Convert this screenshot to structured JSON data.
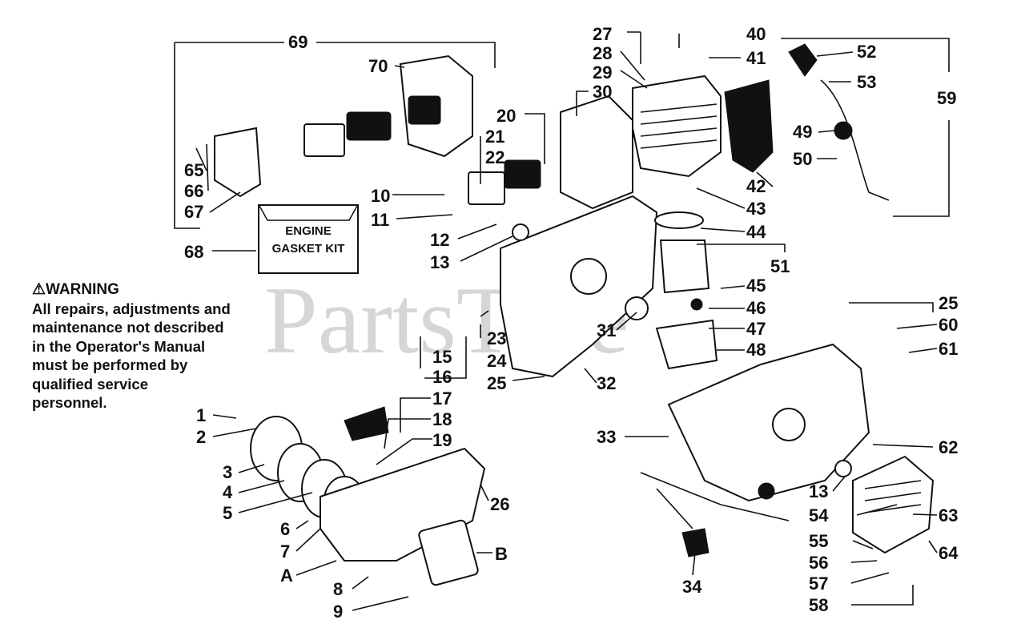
{
  "watermark": "PartsTree",
  "warning": {
    "title": "WARNING",
    "lines": [
      "All repairs, adjustments and",
      "maintenance not described",
      "in the Operator's Manual",
      "must be performed by",
      "qualified service",
      "personnel."
    ]
  },
  "gasket_kit": {
    "line1": "ENGINE",
    "line2": "GASKET KIT"
  },
  "labels": {
    "n1": "1",
    "n2": "2",
    "n3": "3",
    "n4": "4",
    "n5": "5",
    "n6": "6",
    "n7": "7",
    "n8": "8",
    "n9": "9",
    "n10": "10",
    "n11": "11",
    "n12": "12",
    "n13a": "13",
    "n13b": "13",
    "n15": "15",
    "n16": "16",
    "n17": "17",
    "n18": "18",
    "n19": "19",
    "n20": "20",
    "n21": "21",
    "n22": "22",
    "n23": "23",
    "n24": "24",
    "n25a": "25",
    "n25b": "25",
    "n26": "26",
    "n27": "27",
    "n28": "28",
    "n29": "29",
    "n30": "30",
    "n31": "31",
    "n32": "32",
    "n33": "33",
    "n34": "34",
    "n40": "40",
    "n41": "41",
    "n42": "42",
    "n43": "43",
    "n44": "44",
    "n45": "45",
    "n46": "46",
    "n47": "47",
    "n48": "48",
    "n49": "49",
    "n50": "50",
    "n51": "51",
    "n52": "52",
    "n53": "53",
    "n54": "54",
    "n55": "55",
    "n56": "56",
    "n57": "57",
    "n58": "58",
    "n59": "59",
    "n60": "60",
    "n61": "61",
    "n62": "62",
    "n63": "63",
    "n64": "64",
    "n65": "65",
    "n66": "66",
    "n67": "67",
    "n68": "68",
    "n69": "69",
    "n70": "70",
    "nA": "A",
    "nB": "B"
  }
}
